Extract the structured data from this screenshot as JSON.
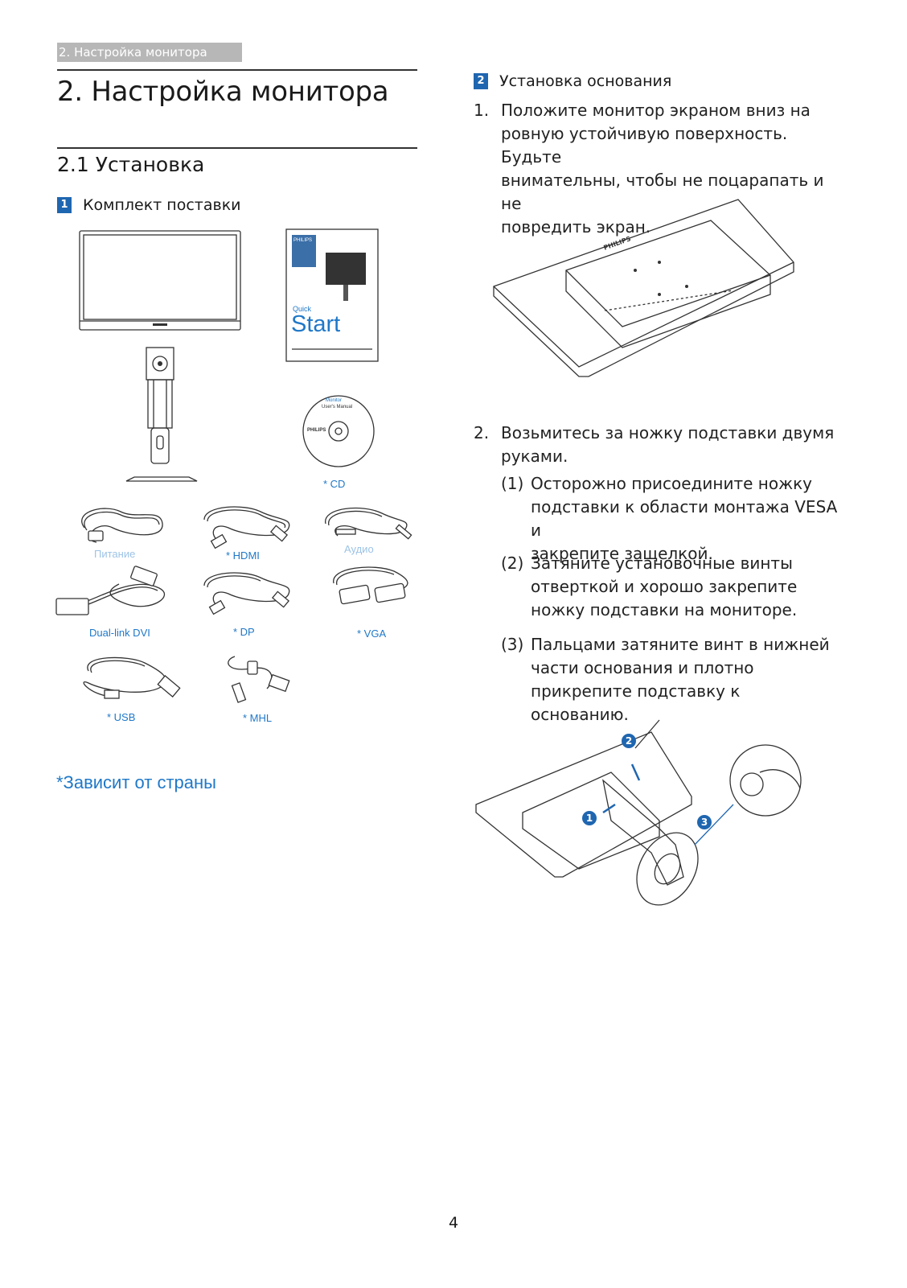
{
  "header": {
    "running": "2. Настройка монитора"
  },
  "chapter": {
    "title": "2. Настройка монитора"
  },
  "section": {
    "title": "2.1 Установка"
  },
  "package": {
    "badge": "1",
    "title": "Комплект поставки",
    "captions": {
      "cd": "* CD",
      "power": "Питание",
      "hdmi": "* HDMI",
      "audio": "Аудио",
      "dvi": "Dual-link DVI",
      "dp": "* DP",
      "vga": "* VGA",
      "usb": "* USB",
      "mhl": "* MHL"
    },
    "quickstart": {
      "brand": "PHILIPS",
      "quick": "Quick",
      "start": "Start"
    },
    "disc": {
      "brand": "PHILIPS",
      "line1": "Monitor",
      "line2": "User's Manual"
    },
    "note": "*Зависит от страны"
  },
  "base": {
    "badge": "2",
    "title": "Установка основания",
    "steps": [
      {
        "num": "1.",
        "lines": [
          "Положите монитор экраном вниз на",
          "ровную устойчивую поверхность. Будьте",
          "внимательны, чтобы не поцарапать и не",
          "повредить экран."
        ]
      },
      {
        "num": "2.",
        "lines": [
          "Возьмитесь за ножку подставки двумя",
          "руками."
        ]
      }
    ],
    "substeps": [
      {
        "num": "(1)",
        "lines": [
          "Осторожно присоедините ножку",
          "подставки к области монтажа VESA и",
          "закрепите защелкой."
        ]
      },
      {
        "num": "(2)",
        "lines": [
          "Затяните установочные винты",
          "отверткой и хорошо закрепите",
          "ножку подставки на мониторе."
        ]
      },
      {
        "num": "(3)",
        "lines": [
          "Пальцами затяните винт в нижней",
          "части основания и плотно",
          "прикрепите подставку к основанию."
        ]
      }
    ],
    "callouts": [
      "1",
      "2",
      "3"
    ],
    "monitor_logo": "PHILIPS"
  },
  "footer": {
    "page": "4"
  },
  "colors": {
    "accent": "#1f66b0",
    "caption": "#1f78c8",
    "header_bar": "#b7b7b7"
  }
}
